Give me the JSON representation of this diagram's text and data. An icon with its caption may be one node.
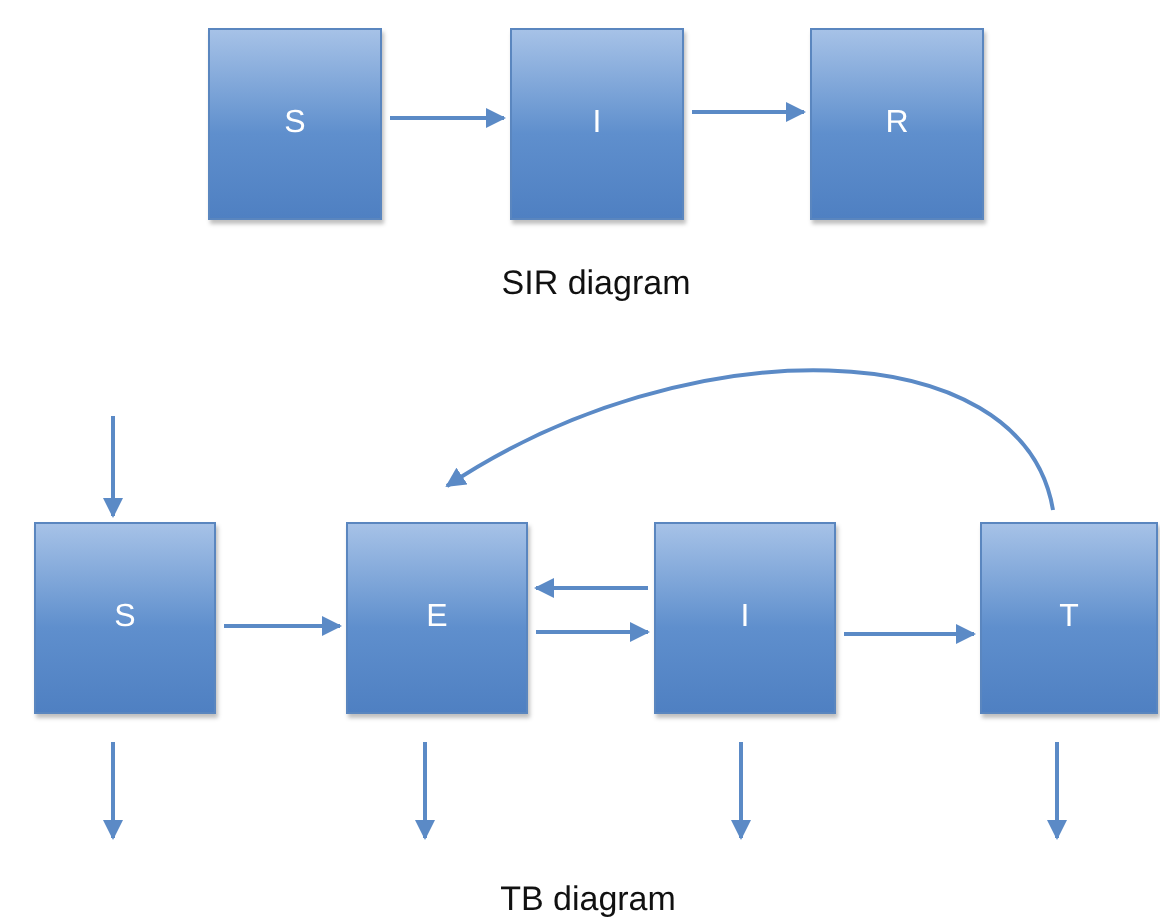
{
  "diagram": {
    "nodes": [
      {
        "text": [
          "S"
        ]
      },
      {
        "text": [
          "I"
        ]
      },
      {
        "text": [
          "R"
        ]
      },
      {
        "text": [
          "S"
        ]
      },
      {
        "text": [
          "E"
        ]
      },
      {
        "text": [
          "I"
        ]
      },
      {
        "text": [
          "T"
        ]
      }
    ],
    "edges": [
      {
        "from": 0,
        "to": 1,
        "arrow": "to"
      },
      {
        "from": 1,
        "to": 2,
        "arrow": "to"
      },
      {
        "from": null,
        "to": 3,
        "arrow": "to"
      },
      {
        "from": 3,
        "to": 4,
        "arrow": "to"
      },
      {
        "from": 4,
        "to": 5,
        "arrow": "to"
      },
      {
        "from": 5,
        "to": 4,
        "arrow": "to"
      },
      {
        "from": 5,
        "to": 6,
        "arrow": "to"
      },
      {
        "from": 6,
        "to": 4,
        "arrow": "to"
      },
      {
        "from": 3,
        "to": null,
        "arrow": "to"
      },
      {
        "from": 4,
        "to": null,
        "arrow": "to"
      },
      {
        "from": 5,
        "to": null,
        "arrow": "to"
      },
      {
        "from": 6,
        "to": null,
        "arrow": "to"
      }
    ],
    "labels": [
      "SIR diagram",
      "TB diagram"
    ]
  }
}
